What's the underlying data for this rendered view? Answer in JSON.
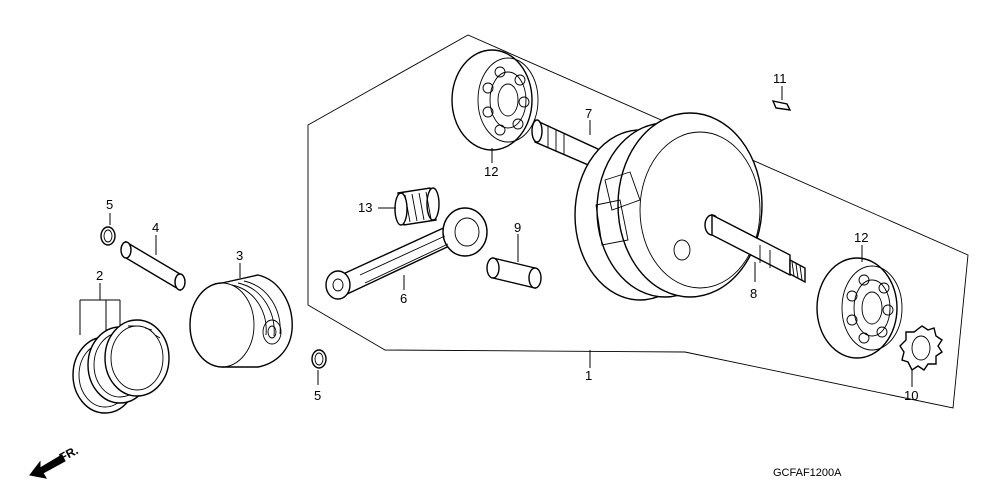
{
  "callouts": [
    {
      "id": "c1",
      "text": "1"
    },
    {
      "id": "c2",
      "text": "2"
    },
    {
      "id": "c3",
      "text": "3"
    },
    {
      "id": "c4",
      "text": "4"
    },
    {
      "id": "c5a",
      "text": "5"
    },
    {
      "id": "c5b",
      "text": "5"
    },
    {
      "id": "c6",
      "text": "6"
    },
    {
      "id": "c7",
      "text": "7"
    },
    {
      "id": "c8",
      "text": "8"
    },
    {
      "id": "c9",
      "text": "9"
    },
    {
      "id": "c10",
      "text": "10"
    },
    {
      "id": "c11",
      "text": "11"
    },
    {
      "id": "c12a",
      "text": "12"
    },
    {
      "id": "c12b",
      "text": "12"
    },
    {
      "id": "c13",
      "text": "13"
    }
  ],
  "direction_label": "FR.",
  "diagram_code": "GCFAF1200A"
}
